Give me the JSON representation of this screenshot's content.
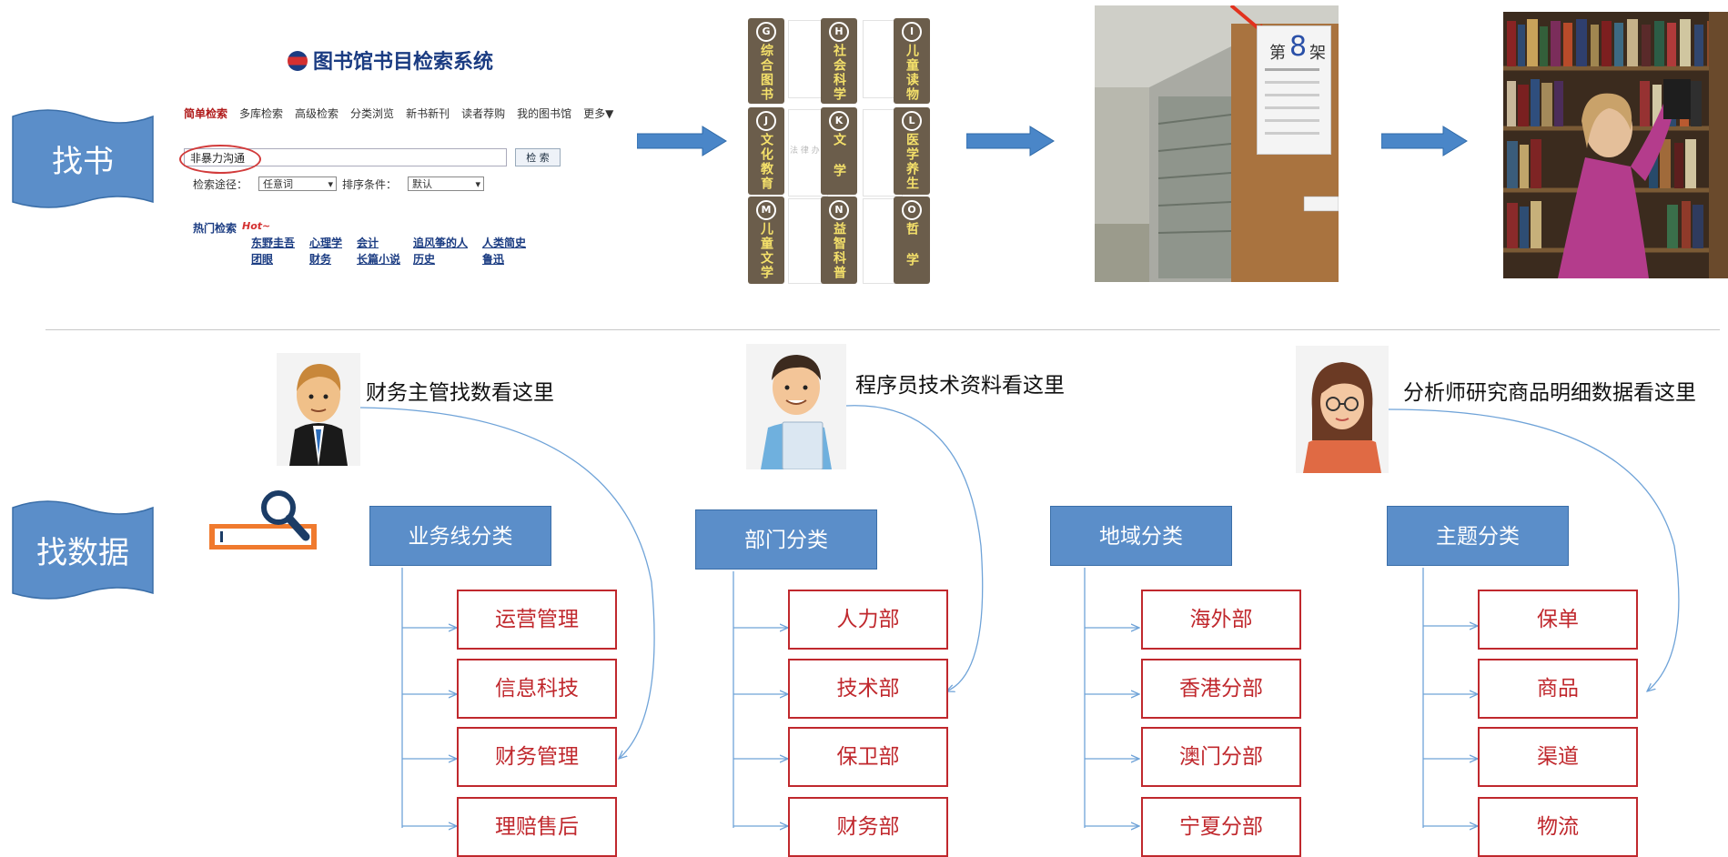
{
  "banners": {
    "find_book": "找书",
    "find_data": "找数据"
  },
  "library": {
    "title": "图书馆书目检索系统",
    "nav": [
      "简单检索",
      "多库检索",
      "高级检索",
      "分类浏览",
      "新书新刊",
      "读者荐购",
      "我的图书馆",
      "更多▼"
    ],
    "search_value": "非暴力沟通",
    "search_button": "检 索",
    "path_label": "检索途径：",
    "path_value": "任意词",
    "sort_label": "排序条件：",
    "sort_value": "默认",
    "hot_label": "热门检索",
    "hot_tag": "Hot~",
    "hot_items": [
      "东野圭吾",
      "心理学",
      "会计",
      "追风筝的人",
      "人类简史",
      "团眼",
      "财务",
      "长篇小说",
      "历史",
      "鲁迅"
    ]
  },
  "shelf_labels": [
    {
      "letter": "G",
      "text": "综合图书"
    },
    {
      "letter": "H",
      "text": "社会科学"
    },
    {
      "letter": "I",
      "text": "儿童读物"
    },
    {
      "letter": "J",
      "text": "文化教育"
    },
    {
      "letter": "K",
      "text": "文 学"
    },
    {
      "letter": "L",
      "text": "医学养生"
    },
    {
      "letter": "M",
      "text": "儿童文学"
    },
    {
      "letter": "N",
      "text": "益智科普"
    },
    {
      "letter": "O",
      "text": "哲 学"
    }
  ],
  "shelf_faint_text": "法 律 办 学",
  "shelf_photo": {
    "sign_prefix": "第",
    "sign_number": "8",
    "sign_suffix": "架"
  },
  "personas": [
    {
      "caption": "财务主管找数看这里",
      "icon": "manager-avatar-icon"
    },
    {
      "caption": "程序员技术资料看这里",
      "icon": "programmer-avatar-icon"
    },
    {
      "caption": "分析师研究商品明细数据看这里",
      "icon": "analyst-avatar-icon"
    }
  ],
  "categories": [
    {
      "title": "业务线分类",
      "items": [
        "运营管理",
        "信息科技",
        "财务管理",
        "理赔售后"
      ]
    },
    {
      "title": "部门分类",
      "items": [
        "人力部",
        "技术部",
        "保卫部",
        "财务部"
      ]
    },
    {
      "title": "地域分类",
      "items": [
        "海外部",
        "香港分部",
        "澳门分部",
        "宁夏分部"
      ]
    },
    {
      "title": "主题分类",
      "items": [
        "保单",
        "商品",
        "渠道",
        "物流"
      ]
    }
  ],
  "colors": {
    "banner_blue": "#5b8ec9",
    "item_red": "#c0282d",
    "arrow_blue": "#4a86c8",
    "connector_blue": "#6fa3d8"
  }
}
